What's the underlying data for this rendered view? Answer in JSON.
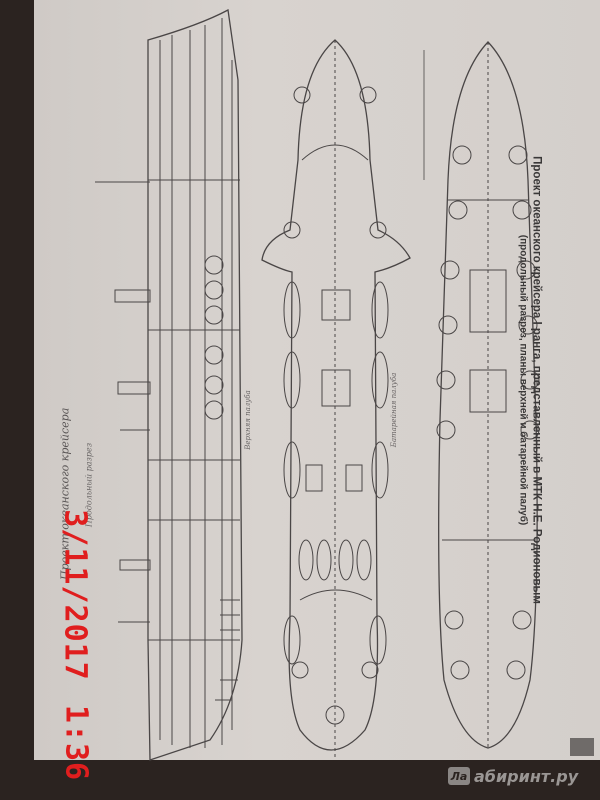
{
  "caption": {
    "line1": "Проект океанского крейсера I ранга, представленный в МТК Н.Е. Родионовым",
    "line2": "(продольный разрез, планы верхней и батарейной палуб)"
  },
  "handwritten": {
    "title": "Проект океанского крейсера",
    "subtitle": "Продольный разрез",
    "deck_upper": "Верхняя палуба",
    "deck_battery": "Батарейная палуба"
  },
  "stamp": {
    "date": "3/11/2017",
    "time": "1:36"
  },
  "watermark": {
    "badge": "Ла",
    "text": "абиринт.ру"
  },
  "colors": {
    "paper": "#d4cfcb",
    "ink": "#4a4646",
    "stamp": "#e01e1e",
    "background": "#2b2320"
  }
}
